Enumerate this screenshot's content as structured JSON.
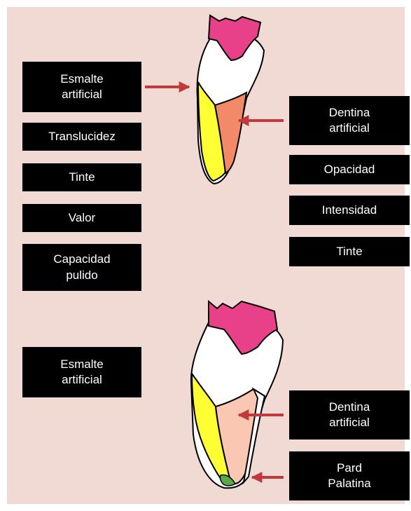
{
  "colors": {
    "background": "#f1d9d4",
    "box": "#000000",
    "text": "#ffffff",
    "arrow": "#c0393b",
    "crown": "#e8418a",
    "enamel": "#ffff33",
    "dentin_top": "#f28a6a",
    "dentin_bottom": "#f9c7b2",
    "incisal_tip": "#5aa84a"
  },
  "left_labels": {
    "esmalte_artificial_top": "Esmalte\nartificial",
    "translucidez": "Translucidez",
    "tinte": "Tinte",
    "valor": "Valor",
    "capacidad_pulido": "Capacidad\npulido",
    "esmalte_artificial_bottom": "Esmalte\nartificial"
  },
  "right_labels": {
    "dentina_artificial_top": "Dentina\nartificial",
    "opacidad": "Opacidad",
    "intensidad": "Intensidad",
    "tinte": "Tinte",
    "dentina_artificial_bottom": "Dentina\nartificial",
    "pared_palatina": "Pard\nPalatina"
  }
}
